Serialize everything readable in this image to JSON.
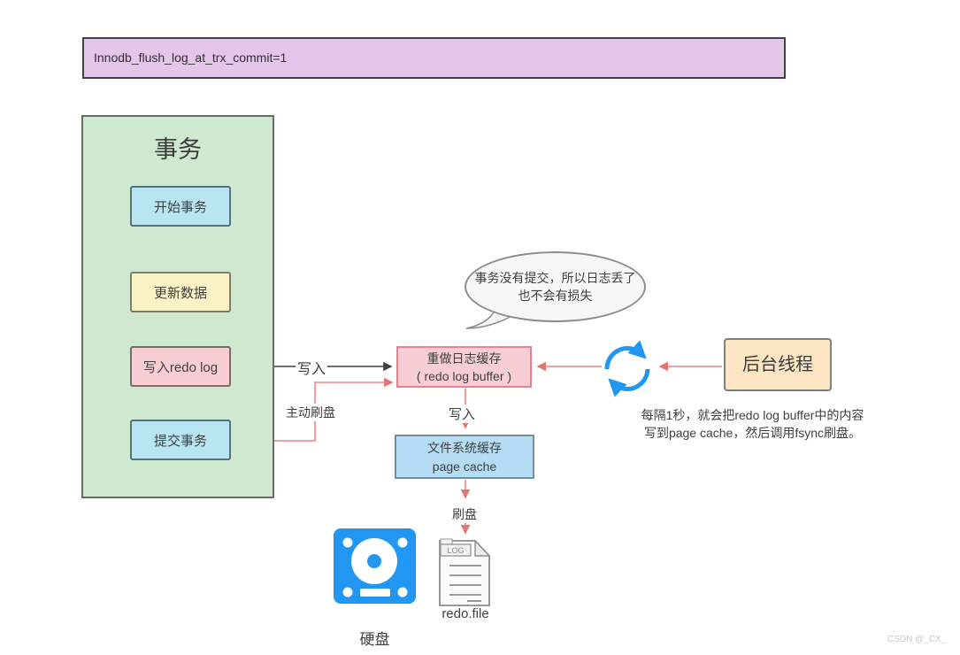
{
  "banner": {
    "text": "Innodb_flush_log_at_trx_commit=1"
  },
  "transaction": {
    "title": "事务",
    "steps": [
      {
        "label": "开始事务"
      },
      {
        "label": "更新数据"
      },
      {
        "label": "写入redo log"
      },
      {
        "label": "提交事务"
      }
    ]
  },
  "speech_bubble": {
    "line1": "事务没有提交，所以日志丢了",
    "line2": "也不会有损失"
  },
  "nodes": {
    "redo_log_buffer": {
      "line1": "重做日志缓存",
      "line2": "( redo log buffer )"
    },
    "page_cache": {
      "line1": "文件系统缓存",
      "line2": "page cache"
    },
    "background_thread": {
      "label": "后台线程"
    }
  },
  "edge_labels": {
    "write_to_buffer": "写入",
    "active_flush": "主动刷盘",
    "write_to_cache": "写入",
    "flush_to_disk": "刷盘"
  },
  "note": {
    "line1": "每隔1秒，就会把redo log buffer中的内容",
    "line2": "写到page cache，然后调用fsync刷盘。"
  },
  "storage": {
    "disk_label": "硬盘",
    "log_badge": "LOG",
    "file_label": "redo.file"
  },
  "watermark": "CSDN @_CX_",
  "colors": {
    "banner_fill": "#e3c6e9",
    "panel_green": "#cfe8d0",
    "step_blue": "#b7e5f1",
    "step_yellow": "#fbf3c6",
    "box_pink": "#f8ced4",
    "pink_border": "#e2838d",
    "cache_blue": "#b4ddf5",
    "thread_orange": "#fbe5c2",
    "arrow_black": "#404040",
    "arrow_red": "#f09494",
    "icon_blue": "#2196f3"
  }
}
